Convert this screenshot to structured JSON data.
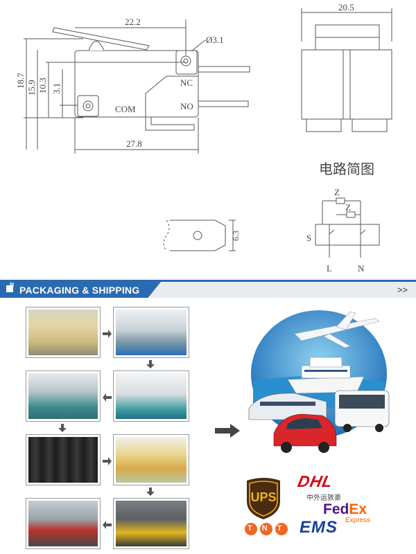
{
  "drawing": {
    "dim_22_2": "22.2",
    "dim_hole": "Ø3.1",
    "dim_18_7": "18.7",
    "dim_15_9": "15.9",
    "dim_10_3": "10.3",
    "dim_3_1": "3.1",
    "dim_27_8": "27.8",
    "dim_20_5": "20.5",
    "dim_6_3": "6.3",
    "label_nc": "NC",
    "label_no": "NO",
    "label_com": "COM",
    "schematic_title": "电路简图",
    "sch_z1": "Z",
    "sch_z2": "Z",
    "sch_s": "S",
    "sch_l": "L",
    "sch_n": "N"
  },
  "banner": {
    "title": "PACKAGING & SHIPPING",
    "more": ">>"
  },
  "logos": {
    "ups": "UPS",
    "dhl": "DHL",
    "dhl_cn": "中外运敦豪",
    "fedex_fed": "Fed",
    "fedex_ex": "Ex",
    "fedex_express": "Express",
    "tnt": "TNT",
    "ems": "EMS"
  },
  "colors": {
    "banner_blue": "#2a6ab0",
    "dhl_red": "#d40511",
    "ups_brown": "#4b2b12",
    "ups_gold": "#f0b51a",
    "fedex_purple": "#4d148c",
    "fedex_orange": "#ff6200",
    "tnt_orange": "#f26522",
    "ems_blue": "#1c3f94"
  }
}
